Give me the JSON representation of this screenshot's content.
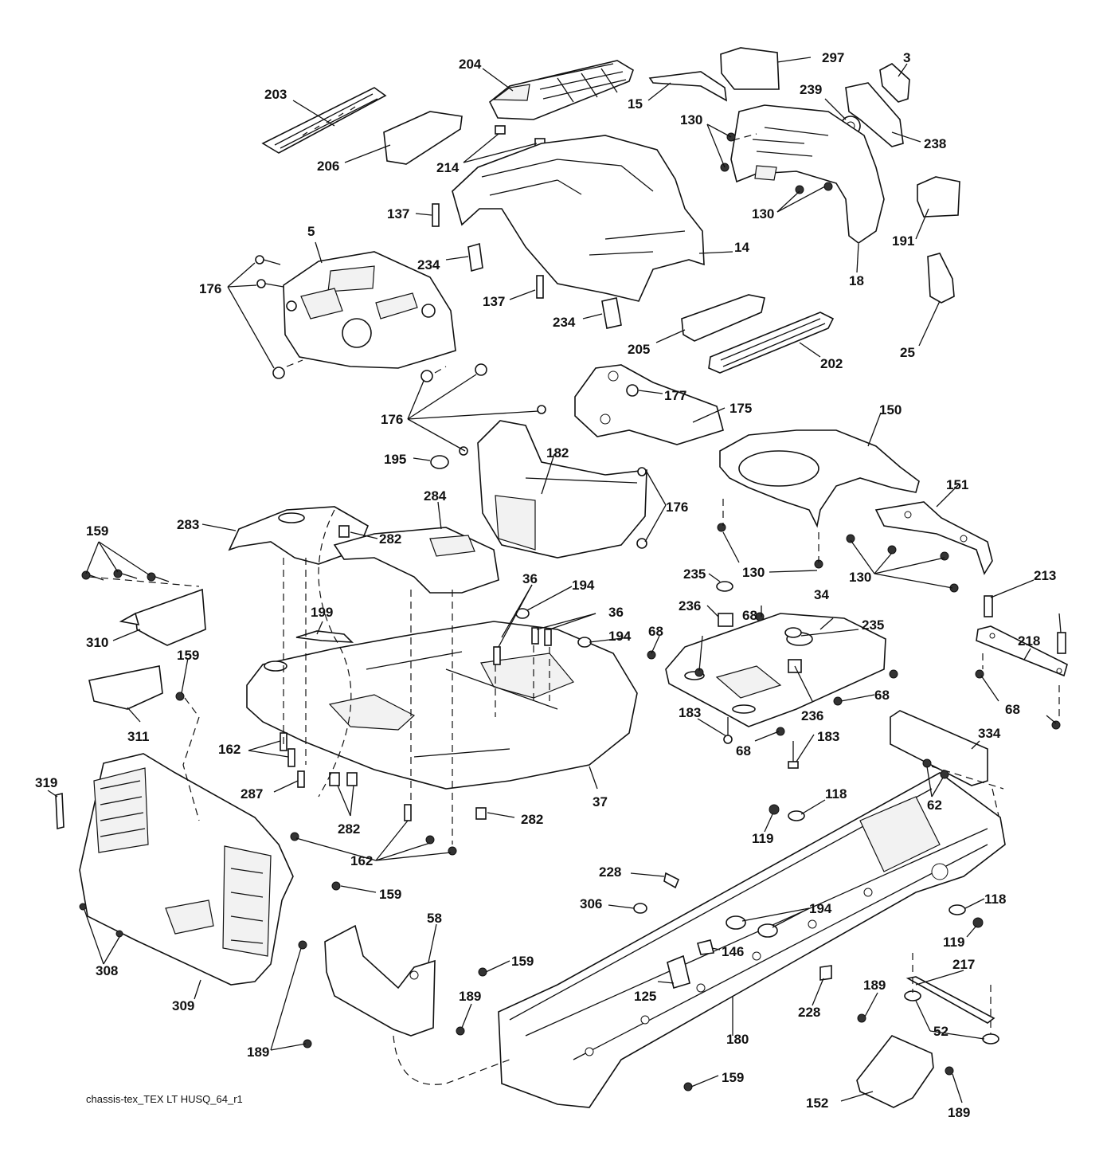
{
  "diagram": {
    "caption": "chassis-tex_TEX LT HUSQ_64_r1",
    "labels": {
      "l203": "203",
      "l204": "204",
      "l15": "15",
      "l297": "297",
      "l3": "3",
      "l239": "239",
      "l238": "238",
      "l130a": "130",
      "l206": "206",
      "l214": "214",
      "l137a": "137",
      "l130b": "130",
      "l191": "191",
      "l5": "5",
      "l14": "14",
      "l18": "18",
      "l234a": "234",
      "l176a": "176",
      "l137b": "137",
      "l234b": "234",
      "l205": "205",
      "l202": "202",
      "l25": "25",
      "l177": "177",
      "l175": "175",
      "l150": "150",
      "l176b": "176",
      "l195": "195",
      "l182": "182",
      "l176c": "176",
      "l151": "151",
      "l159a": "159",
      "l283": "283",
      "l284": "284",
      "l282a": "282",
      "l130c": "130",
      "l130d": "130",
      "l235a": "235",
      "l36a": "36",
      "l194a": "194",
      "l213": "213",
      "l236a": "236",
      "l68a": "68",
      "l34": "34",
      "l310": "310",
      "l199": "199",
      "l36b": "36",
      "l194b": "194",
      "l235b": "235",
      "l218": "218",
      "l68b": "68",
      "l159b": "159",
      "l68c": "68",
      "l68d": "68",
      "l311": "311",
      "l236b": "236",
      "l183a": "183",
      "l68e": "68",
      "l183b": "183",
      "l162a": "162",
      "l334": "334",
      "l319": "319",
      "l287": "287",
      "l37": "37",
      "l62": "62",
      "l282b": "282",
      "l118a": "118",
      "l282c": "282",
      "l119a": "119",
      "l162b": "162",
      "l159c": "159",
      "l228a": "228",
      "l306": "306",
      "l194c": "194",
      "l118b": "118",
      "l58": "58",
      "l119b": "119",
      "l146": "146",
      "l308": "308",
      "l159d": "159",
      "l217": "217",
      "l189a": "189",
      "l309": "309",
      "l189b": "189",
      "l125": "125",
      "l228b": "228",
      "l52": "52",
      "l189c": "189",
      "l180": "180",
      "l159e": "159",
      "l152": "152",
      "l189d": "189"
    }
  }
}
